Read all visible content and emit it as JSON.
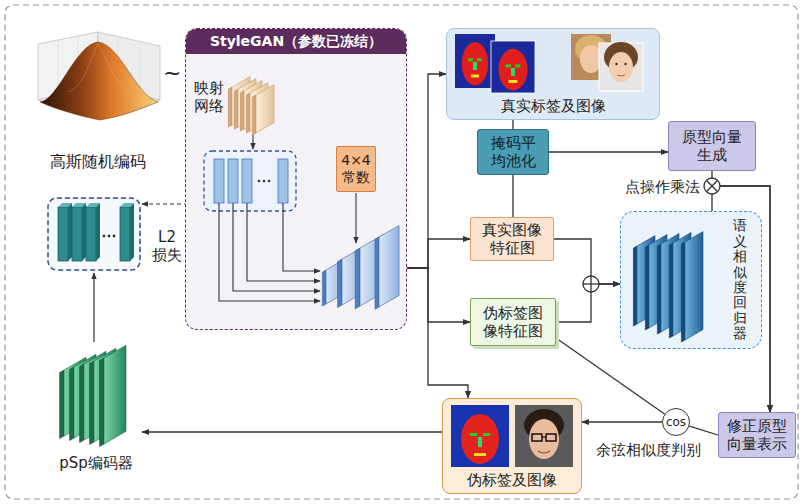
{
  "diagram": {
    "nodes": [
      {
        "text": [
          "高斯随机编码"
        ]
      },
      {
        "text": [
          "StyleGAN（参数已冻结）"
        ]
      },
      {
        "text": [
          "映射网络"
        ],
        "in": 1
      },
      {
        "text": [
          "4×4 常数"
        ],
        "in": 1
      },
      {
        "text": [
          "真实标签及图像"
        ]
      },
      {
        "text": [
          "掩码平均池化"
        ]
      },
      {
        "text": [
          "原型向量生成"
        ]
      },
      {
        "text": [
          "真实图像特征图"
        ]
      },
      {
        "text": [
          "伪标签图像特征图"
        ]
      },
      {
        "text": [
          "语义相似度回归器"
        ]
      },
      {
        "text": [
          "修正原型向量表示"
        ]
      },
      {
        "text": [
          "cos"
        ]
      },
      {
        "text": [
          "伪标签及图像"
        ]
      },
      {
        "text": [
          "pSp编码器"
        ]
      }
    ],
    "edges": [
      {
        "from": 1,
        "to": 4,
        "arrow": "to"
      },
      {
        "from": 1,
        "to": 7,
        "arrow": "to"
      },
      {
        "from": 1,
        "to": 8,
        "arrow": "to"
      },
      {
        "from": 1,
        "to": 12,
        "arrow": "to"
      },
      {
        "from": 4,
        "to": 5,
        "arrow": "none"
      },
      {
        "from": 5,
        "to": 7,
        "arrow": "none"
      },
      {
        "from": 5,
        "to": 6,
        "arrow": "to"
      },
      {
        "from": 6,
        "to": 10,
        "arrow": "to"
      },
      {
        "from": 9,
        "to": 10,
        "arrow": "to"
      },
      {
        "from": 7,
        "to": 9,
        "arrow": "to"
      },
      {
        "from": 8,
        "to": 9,
        "arrow": "to"
      },
      {
        "from": 10,
        "to": 11,
        "arrow": "none"
      },
      {
        "from": 8,
        "to": 11,
        "arrow": "none"
      },
      {
        "from": 11,
        "to": 12,
        "arrow": "to"
      },
      {
        "from": 12,
        "to": 13,
        "arrow": "to"
      }
    ],
    "labels": [
      "~",
      "L2 损失",
      "点操作乘法",
      "余弦相似度判别"
    ]
  }
}
